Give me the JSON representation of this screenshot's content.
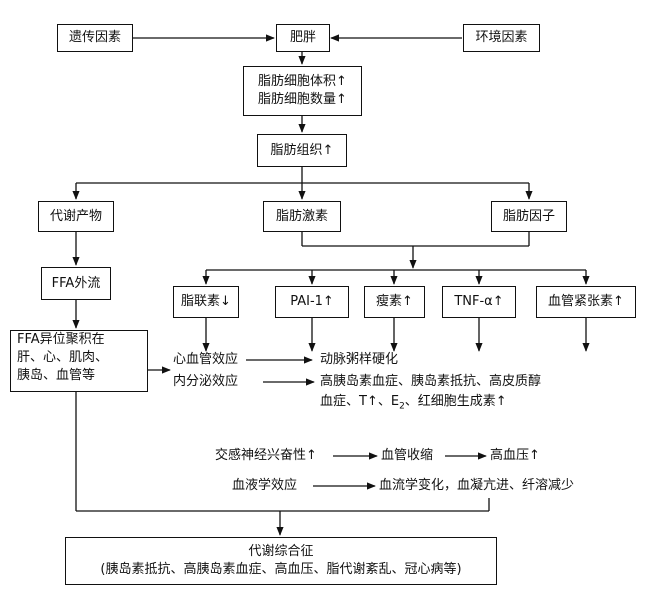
{
  "nodes": {
    "genetic": "遗传因素",
    "obesity": "肥胖",
    "environment": "环境因素",
    "cell_volume": "脂肪细胞体积↑",
    "cell_count": "脂肪细胞数量↑",
    "adipose": "脂肪组织↑",
    "metabolites": "代谢产物",
    "hormones": "脂肪激素",
    "factors": "脂肪因子",
    "ffa_outflow": "FFA外流",
    "adiponectin": "脂联素↓",
    "pai1": "PAI-1↑",
    "leptin": "瘦素↑",
    "tnf": "TNF-α↑",
    "angiotensin": "血管紧张素↑",
    "ffa_ectopic_1": "FFA异位聚积在",
    "ffa_ectopic_2": "肝、心、肌肉、",
    "ffa_ectopic_3": "胰岛、血管等",
    "cv_effect": "心血管效应",
    "endo_effect": "内分泌效应",
    "atherosclerosis": "动脉粥样硬化",
    "endo_result_1": "高胰岛素血症、胰岛素抵抗、高皮质醇",
    "endo_result_2_a": "血症、T↑、E",
    "endo_result_2_sub": "2",
    "endo_result_2_b": "、红细胞生成素↑",
    "sympathetic": "交感神经兴奋性↑",
    "vasoconstriction": "血管收缩",
    "hypertension": "高血压↑",
    "hemo_effect": "血液学效应",
    "hemo_result": "血流学变化，血凝亢进、纤溶减少",
    "metsyn_title": "代谢综合征",
    "metsyn_detail": "(胰岛素抵抗、高胰岛素血症、高血压、脂代谢紊乱、冠心病等)"
  }
}
